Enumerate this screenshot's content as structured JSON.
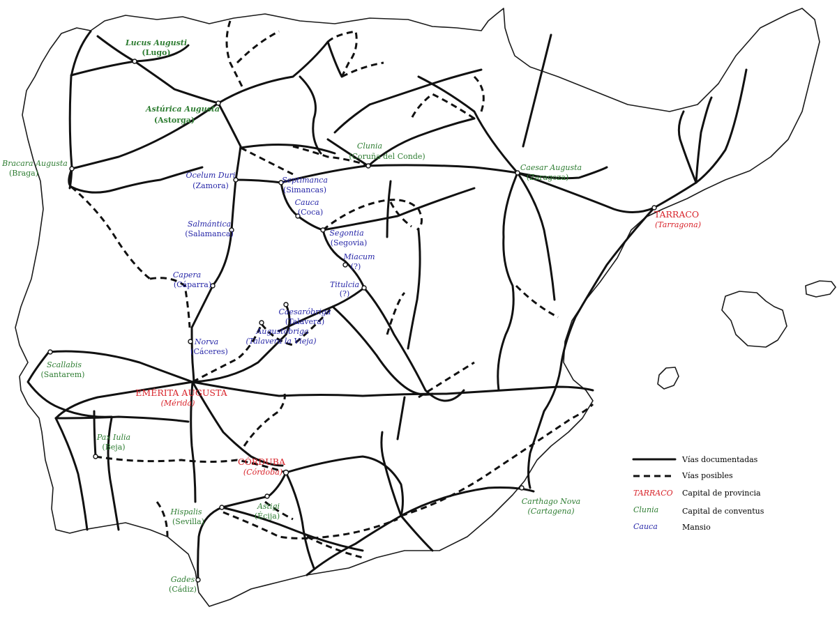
{
  "colors": {
    "provincial_capital": "#d8232a",
    "conventus_capital": "#2e7d32",
    "mansio": "#2727a8",
    "ink": "#111111"
  },
  "places": {
    "lucus": {
      "name": "Lucus Augusti",
      "modern": "(Lugo)"
    },
    "asturica": {
      "name": "Astúrica Augusta",
      "modern": "(Astorga)"
    },
    "bracara": {
      "name": "Bracara Augusta",
      "modern": "(Braga)"
    },
    "ocelum": {
      "name": "Ocelum Duri",
      "modern": "(Zamora)"
    },
    "septimanca": {
      "name": "Septimanca",
      "modern": "(Simancas)"
    },
    "clunia": {
      "name": "Clunia",
      "modern": "(Coruña del Conde)"
    },
    "caesaraugusta": {
      "name": "Caesar Augusta",
      "modern": "(Zaragoza)"
    },
    "tarraco": {
      "name": "TARRACO",
      "modern": "(Tarragona)"
    },
    "cauca": {
      "name": "Cauca",
      "modern": "(Coca)"
    },
    "salmantica": {
      "name": "Salmántica",
      "modern": "(Salamanca)"
    },
    "segontia": {
      "name": "Segontia",
      "modern": "(Segovia)"
    },
    "miacum": {
      "name": "Miacum",
      "modern": "(?)"
    },
    "capera": {
      "name": "Capera",
      "modern": "(Cáparra)"
    },
    "titulcia": {
      "name": "Titulcia",
      "modern": "(?)"
    },
    "caesarobriga": {
      "name": "Caesaróbriga",
      "modern": "(Talavera)"
    },
    "augustobriga": {
      "name": "Augustóbriga",
      "modern": "(Talavera la Vieja)"
    },
    "norva": {
      "name": "Norva",
      "modern": "(Cáceres)"
    },
    "scallabis": {
      "name": "Scallabis",
      "modern": "(Santarem)"
    },
    "emerita": {
      "name": "EMÉRITA AUGUSTA",
      "modern": "(Mérida)"
    },
    "paxiulia": {
      "name": "Pax Iulia",
      "modern": "(Beja)"
    },
    "corduba": {
      "name": "CÓRDUBA",
      "modern": "(Córdoba)"
    },
    "astigi": {
      "name": "Astigi",
      "modern": "(Écija)"
    },
    "hispalis": {
      "name": "Hispalis",
      "modern": "(Sevilla)"
    },
    "gades": {
      "name": "Gades",
      "modern": "(Cádiz)"
    },
    "carthago": {
      "name": "Carthago Nova",
      "modern": "(Cartagena)"
    }
  },
  "legend": {
    "documented_roads": "Vías documentadas",
    "possible_roads": "Vías posibles",
    "provincial_capital_example": "TARRACO",
    "provincial_capital_label": "Capital de provincia",
    "conventus_capital_example": "Clunia",
    "conventus_capital_label": "Capital de conventus",
    "mansio_example": "Cauca",
    "mansio_label": "Mansio"
  }
}
